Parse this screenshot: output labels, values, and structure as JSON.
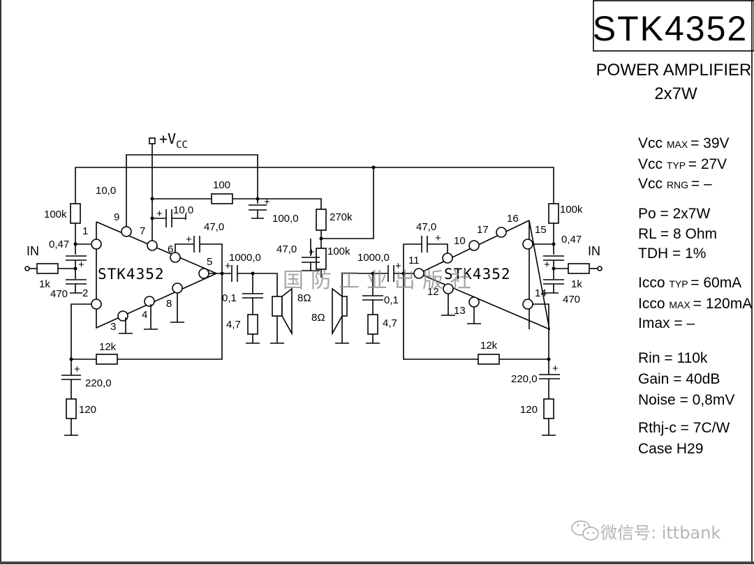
{
  "title_block": {
    "part_number": "STK4352",
    "description": "POWER AMPLIFIER",
    "power_rating": "2x7W"
  },
  "specs": [
    {
      "param": "Vcc",
      "sub": "MAX",
      "value": "= 39V"
    },
    {
      "param": "Vcc",
      "sub": "TYP",
      "value": "= 27V"
    },
    {
      "param": "Vcc",
      "sub": "RNG",
      "value": "= –"
    },
    {
      "param": "Po",
      "sub": "",
      "value": "= 2x7W"
    },
    {
      "param": "RL",
      "sub": "",
      "value": "= 8  Ohm"
    },
    {
      "param": "TDH",
      "sub": "",
      "value": "= 1%"
    },
    {
      "param": "Icco",
      "sub": "TYP",
      "value": "= 60mA"
    },
    {
      "param": "Icco",
      "sub": "MAX",
      "value": "= 120mA"
    },
    {
      "param": "Imax",
      "sub": "",
      "value": "=    –"
    },
    {
      "param": "Rin",
      "sub": "",
      "value": "= 110k"
    },
    {
      "param": "Gain",
      "sub": "",
      "value": "= 40dB"
    },
    {
      "param": "Noise",
      "sub": "",
      "value": "= 0,8mV"
    },
    {
      "param": "Rthj-c",
      "sub": "",
      "value": "= 7C/W"
    },
    {
      "param": "Case",
      "sub": "",
      "value": "H29"
    }
  ],
  "schematic": {
    "supply_label": "+V",
    "supply_sub": "CC",
    "ic_label_left": "STK4352",
    "ic_label_right": "STK4352",
    "input_label": "IN",
    "pins_left": [
      "1",
      "2",
      "3",
      "4",
      "5",
      "6",
      "7",
      "8",
      "9"
    ],
    "pins_right": [
      "10",
      "11",
      "12",
      "13",
      "14",
      "15",
      "16",
      "17"
    ],
    "components": {
      "r_100k_left": "100k",
      "c_047_left": "0,47",
      "r_1k_left": "1k",
      "c_470_left": "470",
      "c_10_top": "10,0",
      "c_10_pin7": "10,0",
      "r_100": "100",
      "c_100": "100,0",
      "c_47_left_boot": "47,0",
      "c_1000_left": "1000,0",
      "c_01_left": "0,1",
      "r_47_left": "4,7",
      "spk_left": "8Ω",
      "r_270k": "270k",
      "c_47_mid": "47,0",
      "r_100k_mid": "100k",
      "spk_right": "8Ω",
      "c_1000_right": "1000,0",
      "c_01_right": "0,1",
      "r_47_right": "4,7",
      "c_47_right_boot": "47,0",
      "r_100k_right": "100k",
      "c_047_right": "0,47",
      "r_1k_right": "1k",
      "c_470_right": "470",
      "r_12k_left": "12k",
      "c_220_left": "220,0",
      "r_120_left": "120",
      "r_12k_right": "12k",
      "c_220_right": "220,0",
      "r_120_right": "120"
    },
    "plus_sign": "+"
  },
  "watermark_publisher": "国防工业出版社",
  "watermark_wechat": "微信号: ittbank"
}
